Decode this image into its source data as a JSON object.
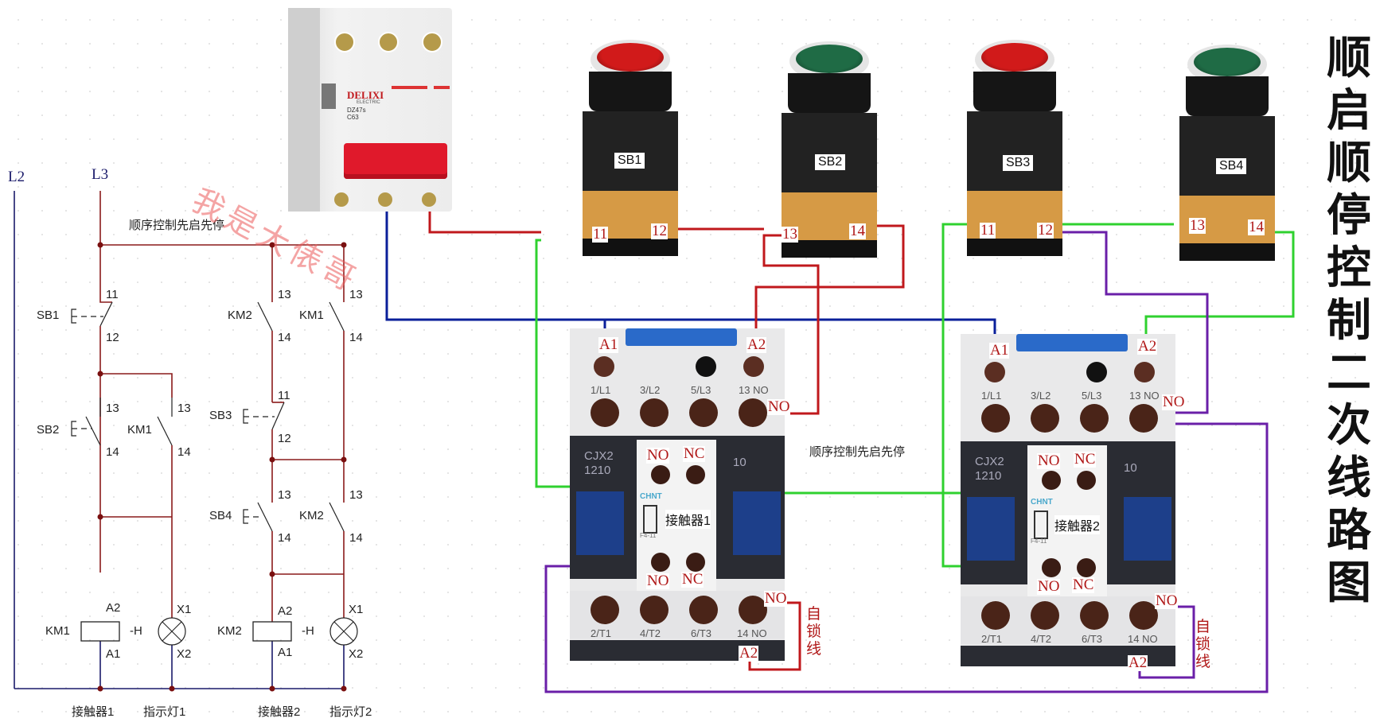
{
  "title": {
    "vertical_text": [
      "顺",
      "启",
      "顺",
      "停",
      "控",
      "制",
      "二",
      "次",
      "线",
      "路",
      "图"
    ]
  },
  "watermark": "我是大俵哥",
  "schematic": {
    "phases": {
      "left": "L2",
      "right": "L3"
    },
    "caption": "顺序控制先启先停",
    "components": {
      "sb1": {
        "name": "SB1",
        "pins": [
          "11",
          "12"
        ]
      },
      "sb2": {
        "name": "SB2",
        "pins": [
          "13",
          "14"
        ]
      },
      "km1_aux": {
        "name": "KM1",
        "pins": [
          "13",
          "14"
        ]
      },
      "km2_aux_a": {
        "name": "KM2",
        "pins": [
          "13",
          "14"
        ]
      },
      "km1_aux_b": {
        "name": "KM1",
        "pins": [
          "13",
          "14"
        ]
      },
      "sb3": {
        "name": "SB3",
        "pins": [
          "11",
          "12"
        ]
      },
      "sb4": {
        "name": "SB4",
        "pins": [
          "13",
          "14"
        ]
      },
      "km2_aux_b": {
        "name": "KM2",
        "pins": [
          "13",
          "14"
        ]
      },
      "coil1": {
        "name": "KM1",
        "tag": "-H",
        "pins": [
          "A2",
          "A1"
        ]
      },
      "lamp1": {
        "pins": [
          "X1",
          "X2"
        ]
      },
      "coil2": {
        "name": "KM2",
        "tag": "-H",
        "pins": [
          "A2",
          "A1"
        ]
      },
      "lamp2": {
        "pins": [
          "X1",
          "X2"
        ]
      }
    },
    "bottom_labels": [
      "接触器1",
      "指示灯1",
      "接触器2",
      "指示灯2"
    ]
  },
  "breaker": {
    "brand": "DELIXI",
    "brand_sub": "ELECTRIC",
    "model": "DZ47s",
    "rating": "C63"
  },
  "buttons": [
    {
      "name": "SB1",
      "color": "#d11a1a",
      "pins": [
        "11",
        "12"
      ]
    },
    {
      "name": "SB2",
      "color": "#1f6b45",
      "pins": [
        "13",
        "14"
      ]
    },
    {
      "name": "SB3",
      "color": "#d11a1a",
      "pins": [
        "11",
        "12"
      ]
    },
    {
      "name": "SB4",
      "color": "#1f6b45",
      "pins": [
        "13",
        "14"
      ]
    }
  ],
  "contactors": [
    {
      "label": "接触器1",
      "model": [
        "CJX2",
        "1210"
      ],
      "side_code": "10",
      "aux_brand": "CHNT",
      "aux_code": "F4-11",
      "coil_terms": [
        "A1",
        "A2"
      ],
      "top_terms": [
        "1/L1",
        "3/L2",
        "5/L3",
        "13 NO"
      ],
      "bottom_terms": [
        "2/T1",
        "4/T2",
        "6/T3",
        "14 NO"
      ],
      "aux_top": [
        "NO",
        "NC"
      ],
      "aux_bottom": [
        "NO",
        "NC"
      ],
      "no_tag_top": "NO",
      "no_tag_bottom": "NO",
      "a2_tag": "A2",
      "self_lock_label": [
        "自",
        "锁",
        "线"
      ]
    },
    {
      "label": "接触器2",
      "model": [
        "CJX2",
        "1210"
      ],
      "side_code": "10",
      "aux_brand": "CHNT",
      "aux_code": "F4-11",
      "coil_terms": [
        "A1",
        "A2"
      ],
      "top_terms": [
        "1/L1",
        "3/L2",
        "5/L3",
        "13 NO"
      ],
      "bottom_terms": [
        "2/T1",
        "4/T2",
        "6/T3",
        "14 NO"
      ],
      "aux_top": [
        "NO",
        "NC"
      ],
      "aux_bottom": [
        "NO",
        "NC"
      ],
      "no_tag_top": "NO",
      "no_tag_bottom": "NO",
      "a2_tag": "A2",
      "self_lock_label": [
        "自",
        "锁",
        "线"
      ]
    }
  ],
  "middle_caption": "顺序控制先启先停",
  "wire_colors": {
    "red": "#c0181c",
    "blue": "#0a1f9a",
    "green": "#2fd12f",
    "purple": "#6a1fa8",
    "schematic_red": "#8a1a1a",
    "schematic_blue": "#1a1a6a"
  }
}
